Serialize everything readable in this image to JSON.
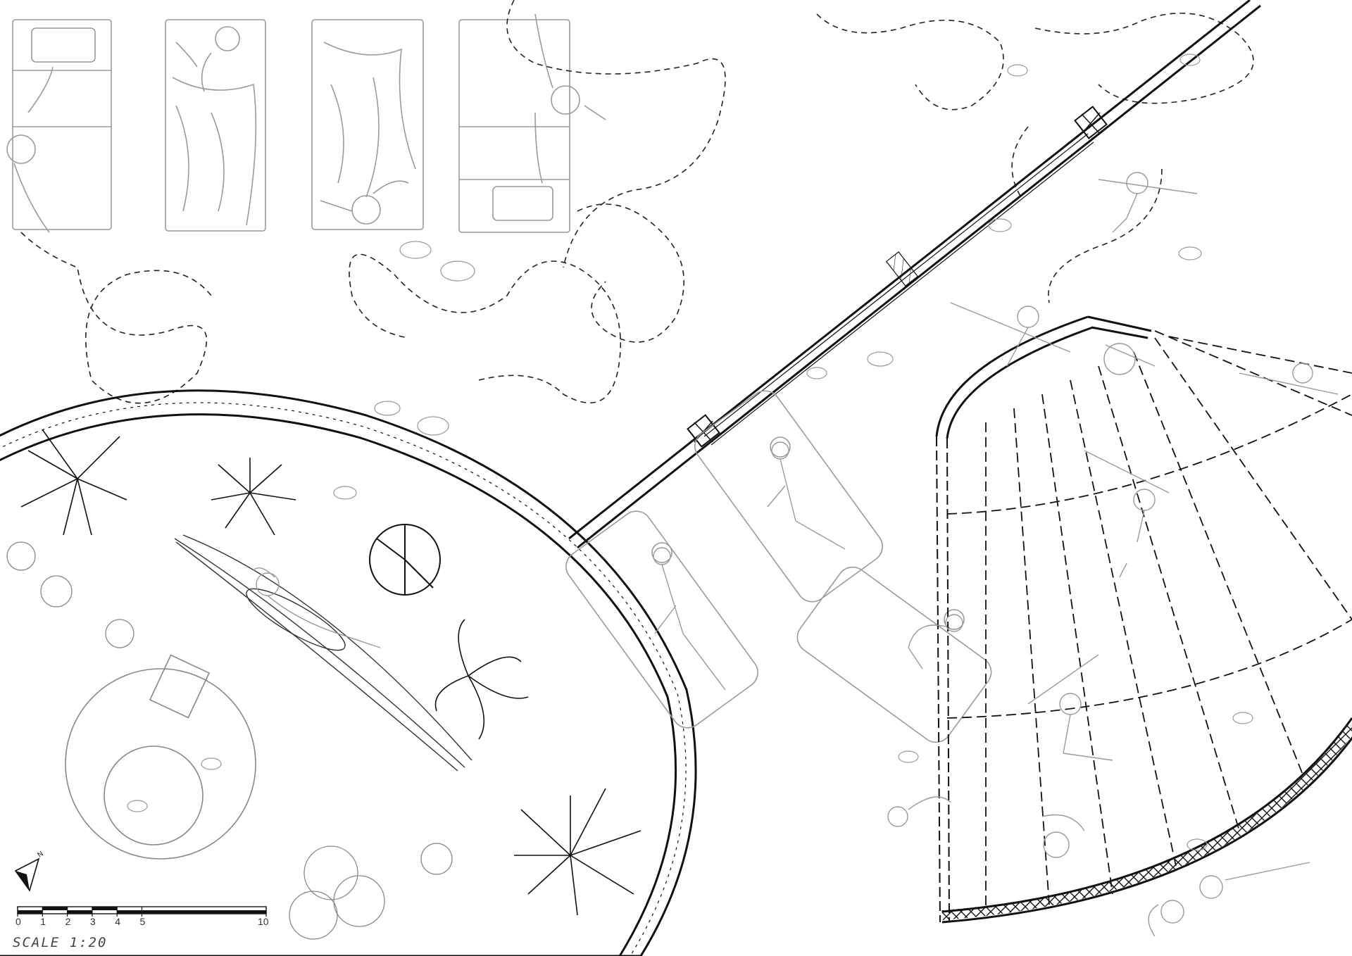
{
  "scale_label": "SCALE 1:20",
  "north_label": "N",
  "scale_ticks": [
    "0",
    "1",
    "2",
    "3",
    "4",
    "5",
    "10"
  ],
  "colors": {
    "ink": "#111111",
    "grey": "#9a9a9a",
    "paper": "#ffffff"
  }
}
